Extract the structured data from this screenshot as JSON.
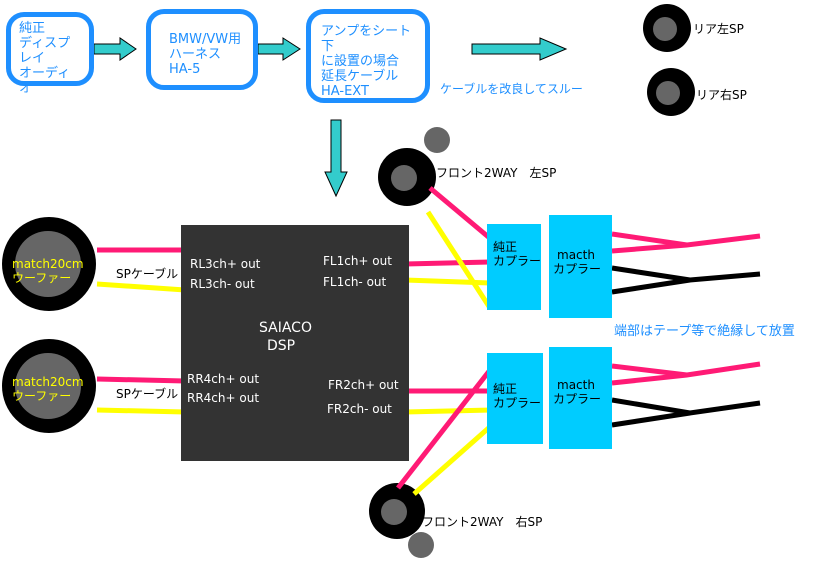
{
  "flow": {
    "box1": [
      "純正",
      "ディスプレイ",
      "オーディオ"
    ],
    "box2": [
      "BMW/VW用",
      "ハーネス",
      "HA-5"
    ],
    "box3": [
      "アンプをシート下",
      "に設置の場合",
      "延長ケーブル",
      "HA-EXT"
    ],
    "note": "ケーブルを改良してスルー"
  },
  "rear": {
    "left_label": "リア左SP",
    "right_label": "リア右SP"
  },
  "front": {
    "left_label": "フロント2WAY　左SP",
    "right_label": "フロント2WAY　右SP"
  },
  "woofers": {
    "top": [
      "match20cm",
      "ウーファー"
    ],
    "bottom": [
      "match20cm",
      "ウーファー"
    ]
  },
  "cables": {
    "top": "SPケーブル",
    "bottom": "SPケーブル"
  },
  "dsp": {
    "title": [
      "SAIACO",
      "DSP"
    ],
    "rl_plus": "RL3ch+ out",
    "rl_minus": "RL3ch- out",
    "rr_plus": "RR4ch+ out",
    "rr_minus": "RR4ch+ out",
    "fl_plus": "FL1ch+ out",
    "fl_minus": "FL1ch- out",
    "fr_plus": "FR2ch+ out",
    "fr_minus": "FR2ch- out"
  },
  "couplers": {
    "top_left": [
      "純正",
      "カプラー"
    ],
    "top_right": [
      "macth",
      "カプラー"
    ],
    "bottom_left": [
      "純正",
      "カプラー"
    ],
    "bottom_right": [
      "macth",
      "カプラー"
    ]
  },
  "terminal_note": "端部はテープ等で絶縁して放置",
  "colors": {
    "accent": "#1e8fff",
    "arrow": "#33cccc",
    "dsp": "#333333",
    "coupler": "#00ccff",
    "wire_plus": "#ff1a75",
    "wire_minus": "#ffff00",
    "wire_black": "#000000"
  }
}
